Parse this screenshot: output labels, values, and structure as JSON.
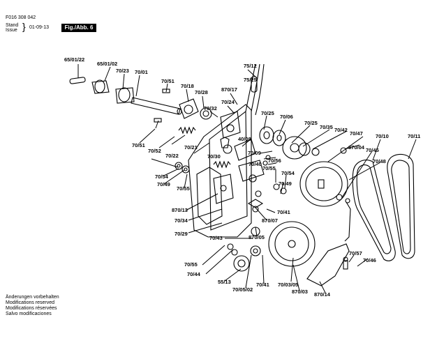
{
  "header": {
    "doc_number": "F016 308 042",
    "stand_label": "Stand",
    "issue_label": "Issue",
    "issue_date": "01-09-13",
    "figure_label": "Fig./Abb. 6"
  },
  "footer": {
    "notes": [
      "Änderungen vorbehalten",
      "Modifications reserved",
      "Modifications réservées",
      "Salvo modificaciones"
    ]
  },
  "callouts": [
    "65/01/22",
    "65/01/02",
    "70/23",
    "70/01",
    "75/12",
    "75/25",
    "70/51",
    "70/18",
    "70/28",
    "870/17",
    "70/24",
    "70/32",
    "70/25",
    "70/06",
    "70/25",
    "70/35",
    "70/42",
    "70/47",
    "70/10",
    "70/11",
    "70/51",
    "70/52",
    "70/21",
    "40/08",
    "70/30",
    "70/09",
    "70/56",
    "70/40",
    "870/04",
    "70/45",
    "70/48",
    "70/22",
    "70/54",
    "70/49",
    "70/55",
    "70/55",
    "70/54",
    "70/49",
    "870/13",
    "70/34",
    "70/41",
    "870/07",
    "70/29",
    "70/43",
    "870/05",
    "70/55",
    "70/44",
    "55/13",
    "70/05/02",
    "70/41",
    "70/03/05",
    "870/03",
    "870/14",
    "70/57",
    "70/46"
  ]
}
